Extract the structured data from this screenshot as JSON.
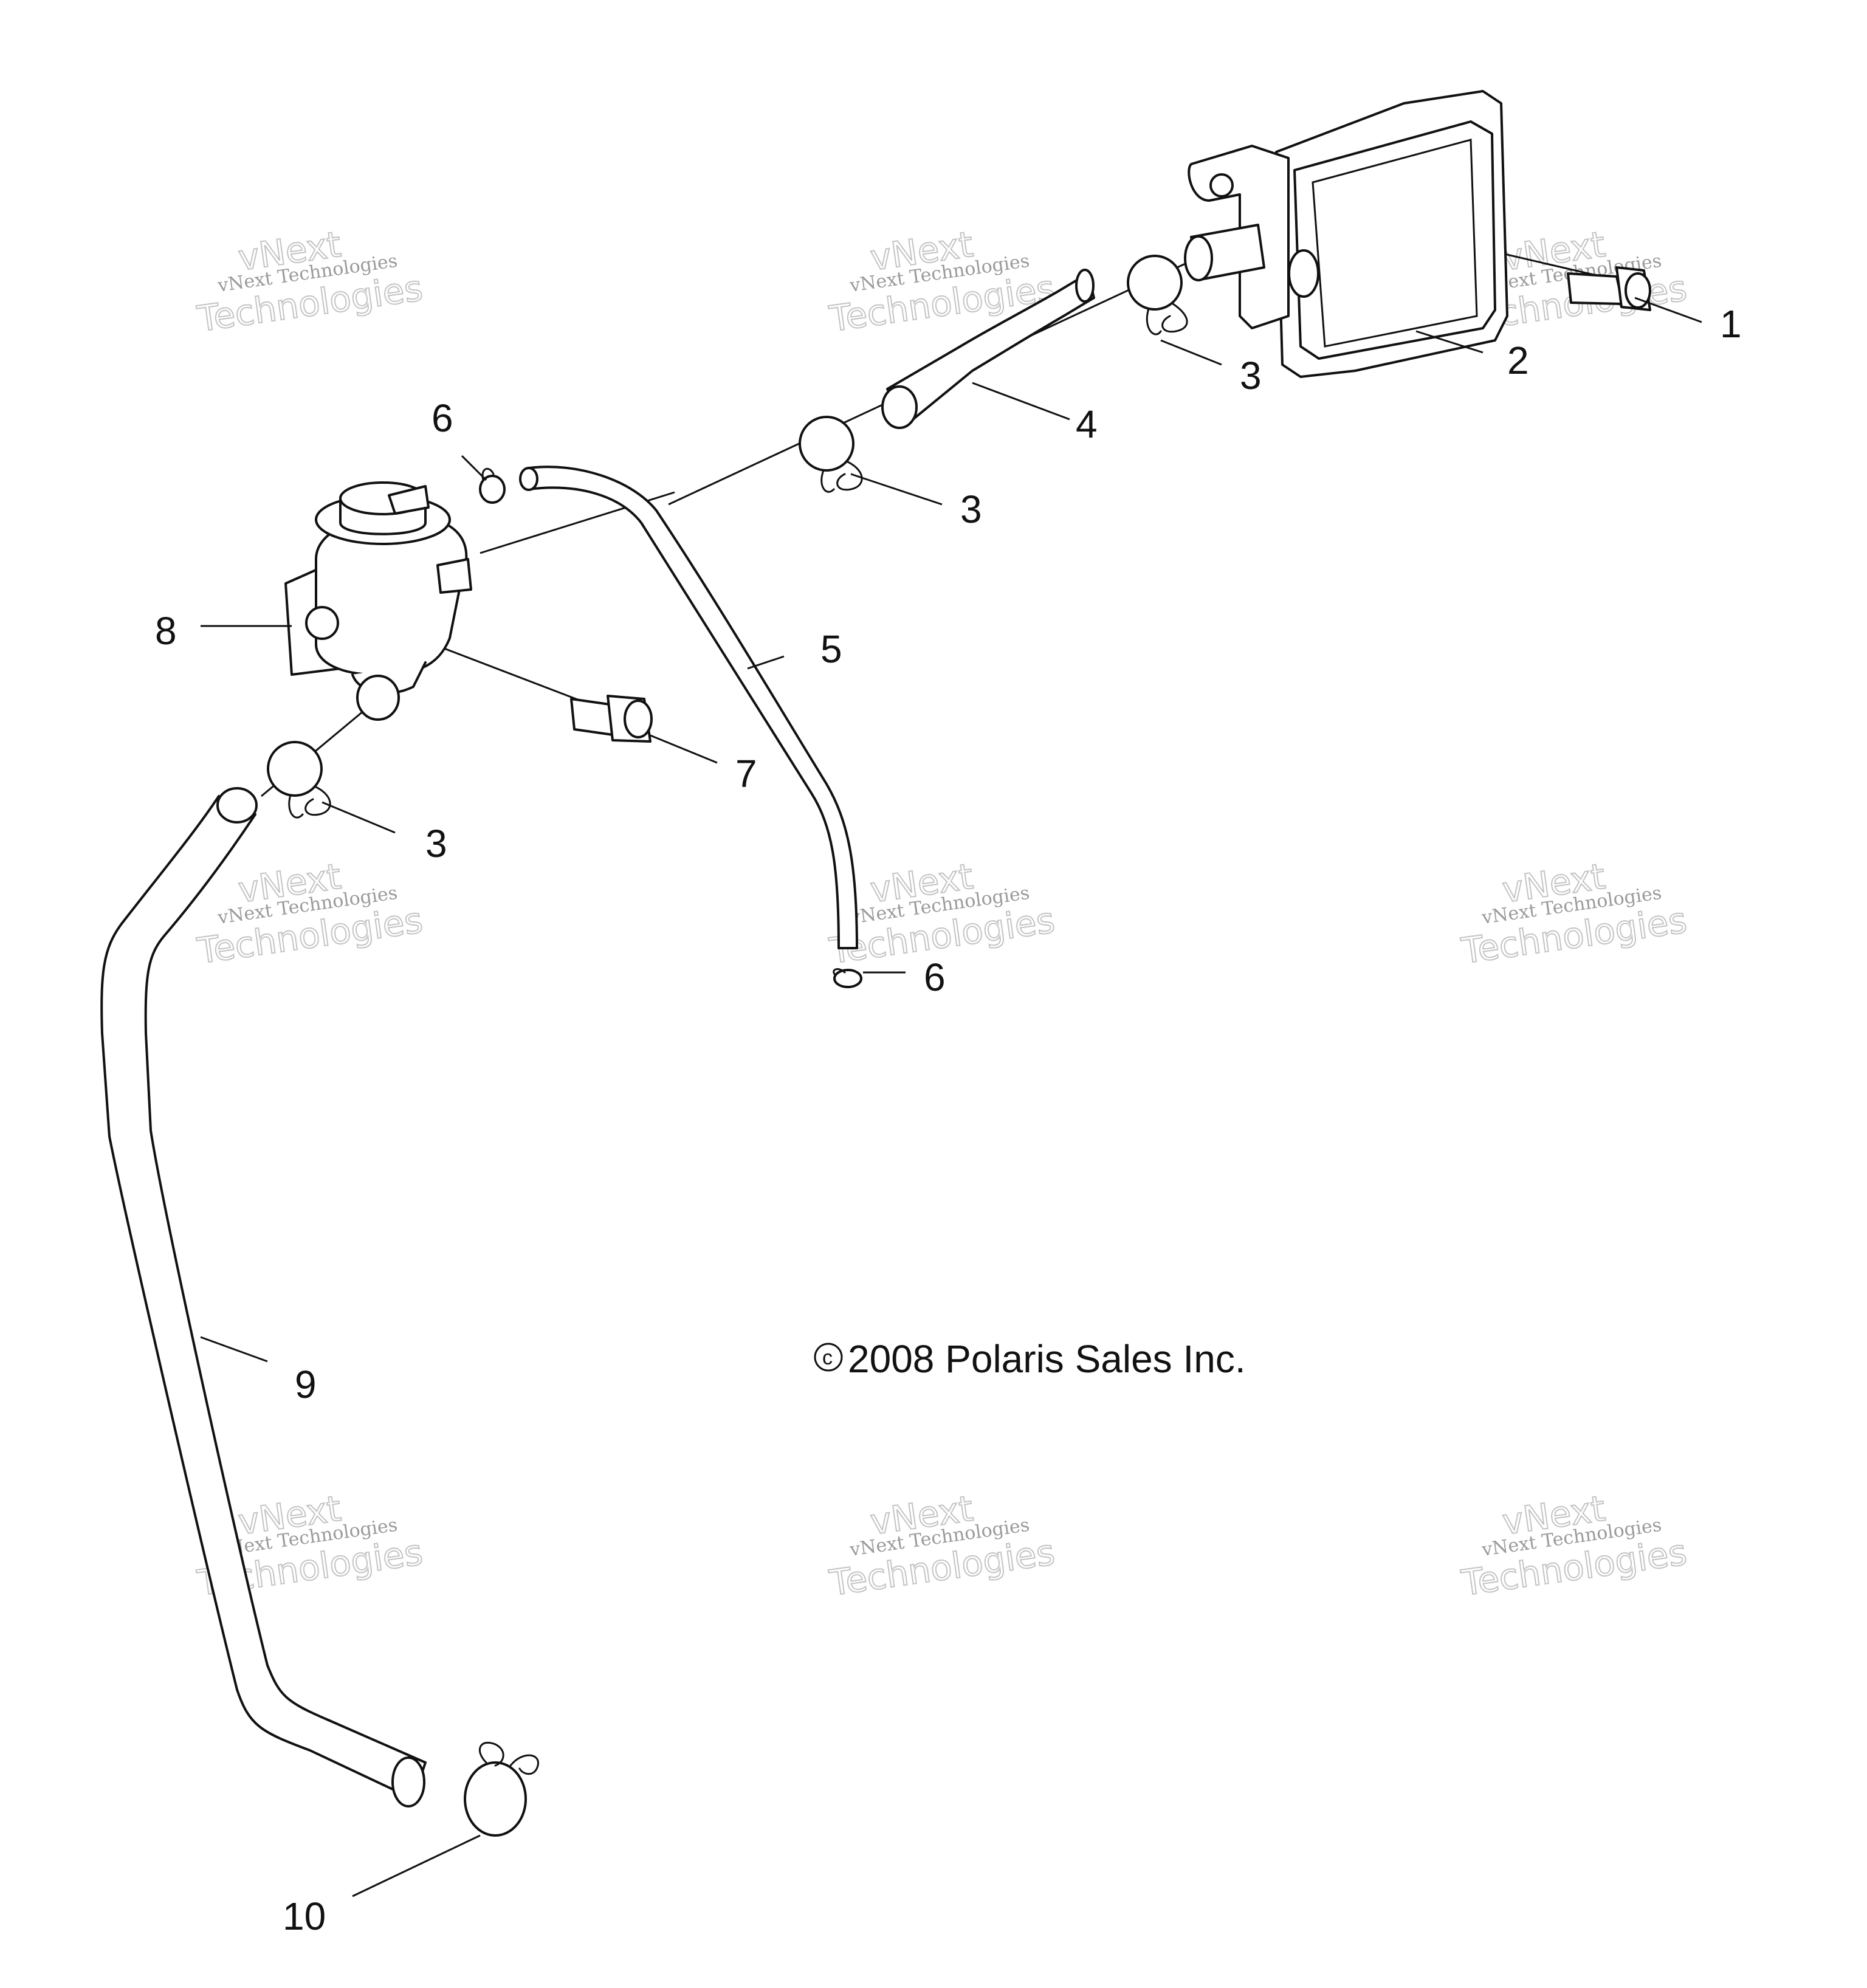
{
  "callouts": [
    {
      "id": "c1",
      "text": "1"
    },
    {
      "id": "c2",
      "text": "2"
    },
    {
      "id": "c3a",
      "text": "3"
    },
    {
      "id": "c4",
      "text": "4"
    },
    {
      "id": "c6a",
      "text": "6"
    },
    {
      "id": "c3b",
      "text": "3"
    },
    {
      "id": "c8",
      "text": "8"
    },
    {
      "id": "c5",
      "text": "5"
    },
    {
      "id": "c7",
      "text": "7"
    },
    {
      "id": "c3c",
      "text": "3"
    },
    {
      "id": "c6b",
      "text": "6"
    },
    {
      "id": "c9",
      "text": "9"
    },
    {
      "id": "c10",
      "text": "10"
    }
  ],
  "copyright": "2008 Polaris Sales Inc.",
  "copyright_symbol": "c",
  "watermark": {
    "line1": "vNext Technologies",
    "big_top": "vNext",
    "big_bottom": "Technologies"
  }
}
